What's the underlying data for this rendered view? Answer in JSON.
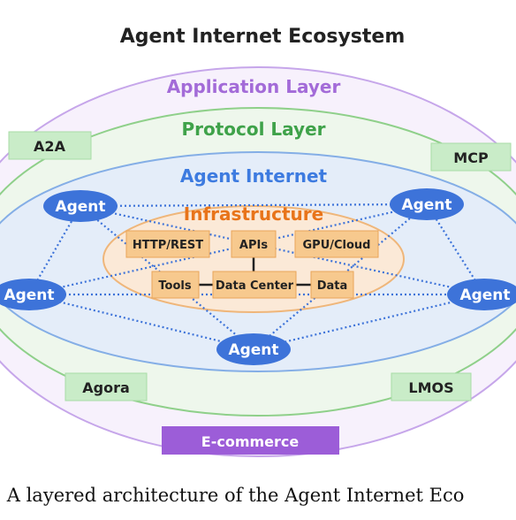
{
  "title": "Agent Internet Ecosystem",
  "layers": {
    "application": "Application Layer",
    "protocol": "Protocol Layer",
    "agent_internet": "Agent Internet",
    "infrastructure": "Infrastructure"
  },
  "protocol_boxes": {
    "a2a": "A2A",
    "mcp": "MCP",
    "agora": "Agora",
    "lmos": "LMOS"
  },
  "application_box": "E-commerce",
  "infrastructure_items": {
    "http": "HTTP/REST",
    "apis": "APIs",
    "gpu": "GPU/Cloud",
    "tools": "Tools",
    "datacenter": "Data Center",
    "data": "Data"
  },
  "agents": {
    "top_left": "Agent",
    "top_right": "Agent",
    "mid_left": "Agent",
    "mid_right": "Agent",
    "bottom": "Agent"
  },
  "caption": ": A layered architecture of the Agent Internet Eco",
  "colors": {
    "application": "#a36bd8",
    "protocol": "#3fa24a",
    "agent_internet": "#3d7be0",
    "infrastructure": "#e8741a",
    "agent_fill": "#3d73d9",
    "green_box": "#c9ecc8",
    "infra_box": "#f7c98e",
    "ecommerce": "#9c5dd8"
  }
}
